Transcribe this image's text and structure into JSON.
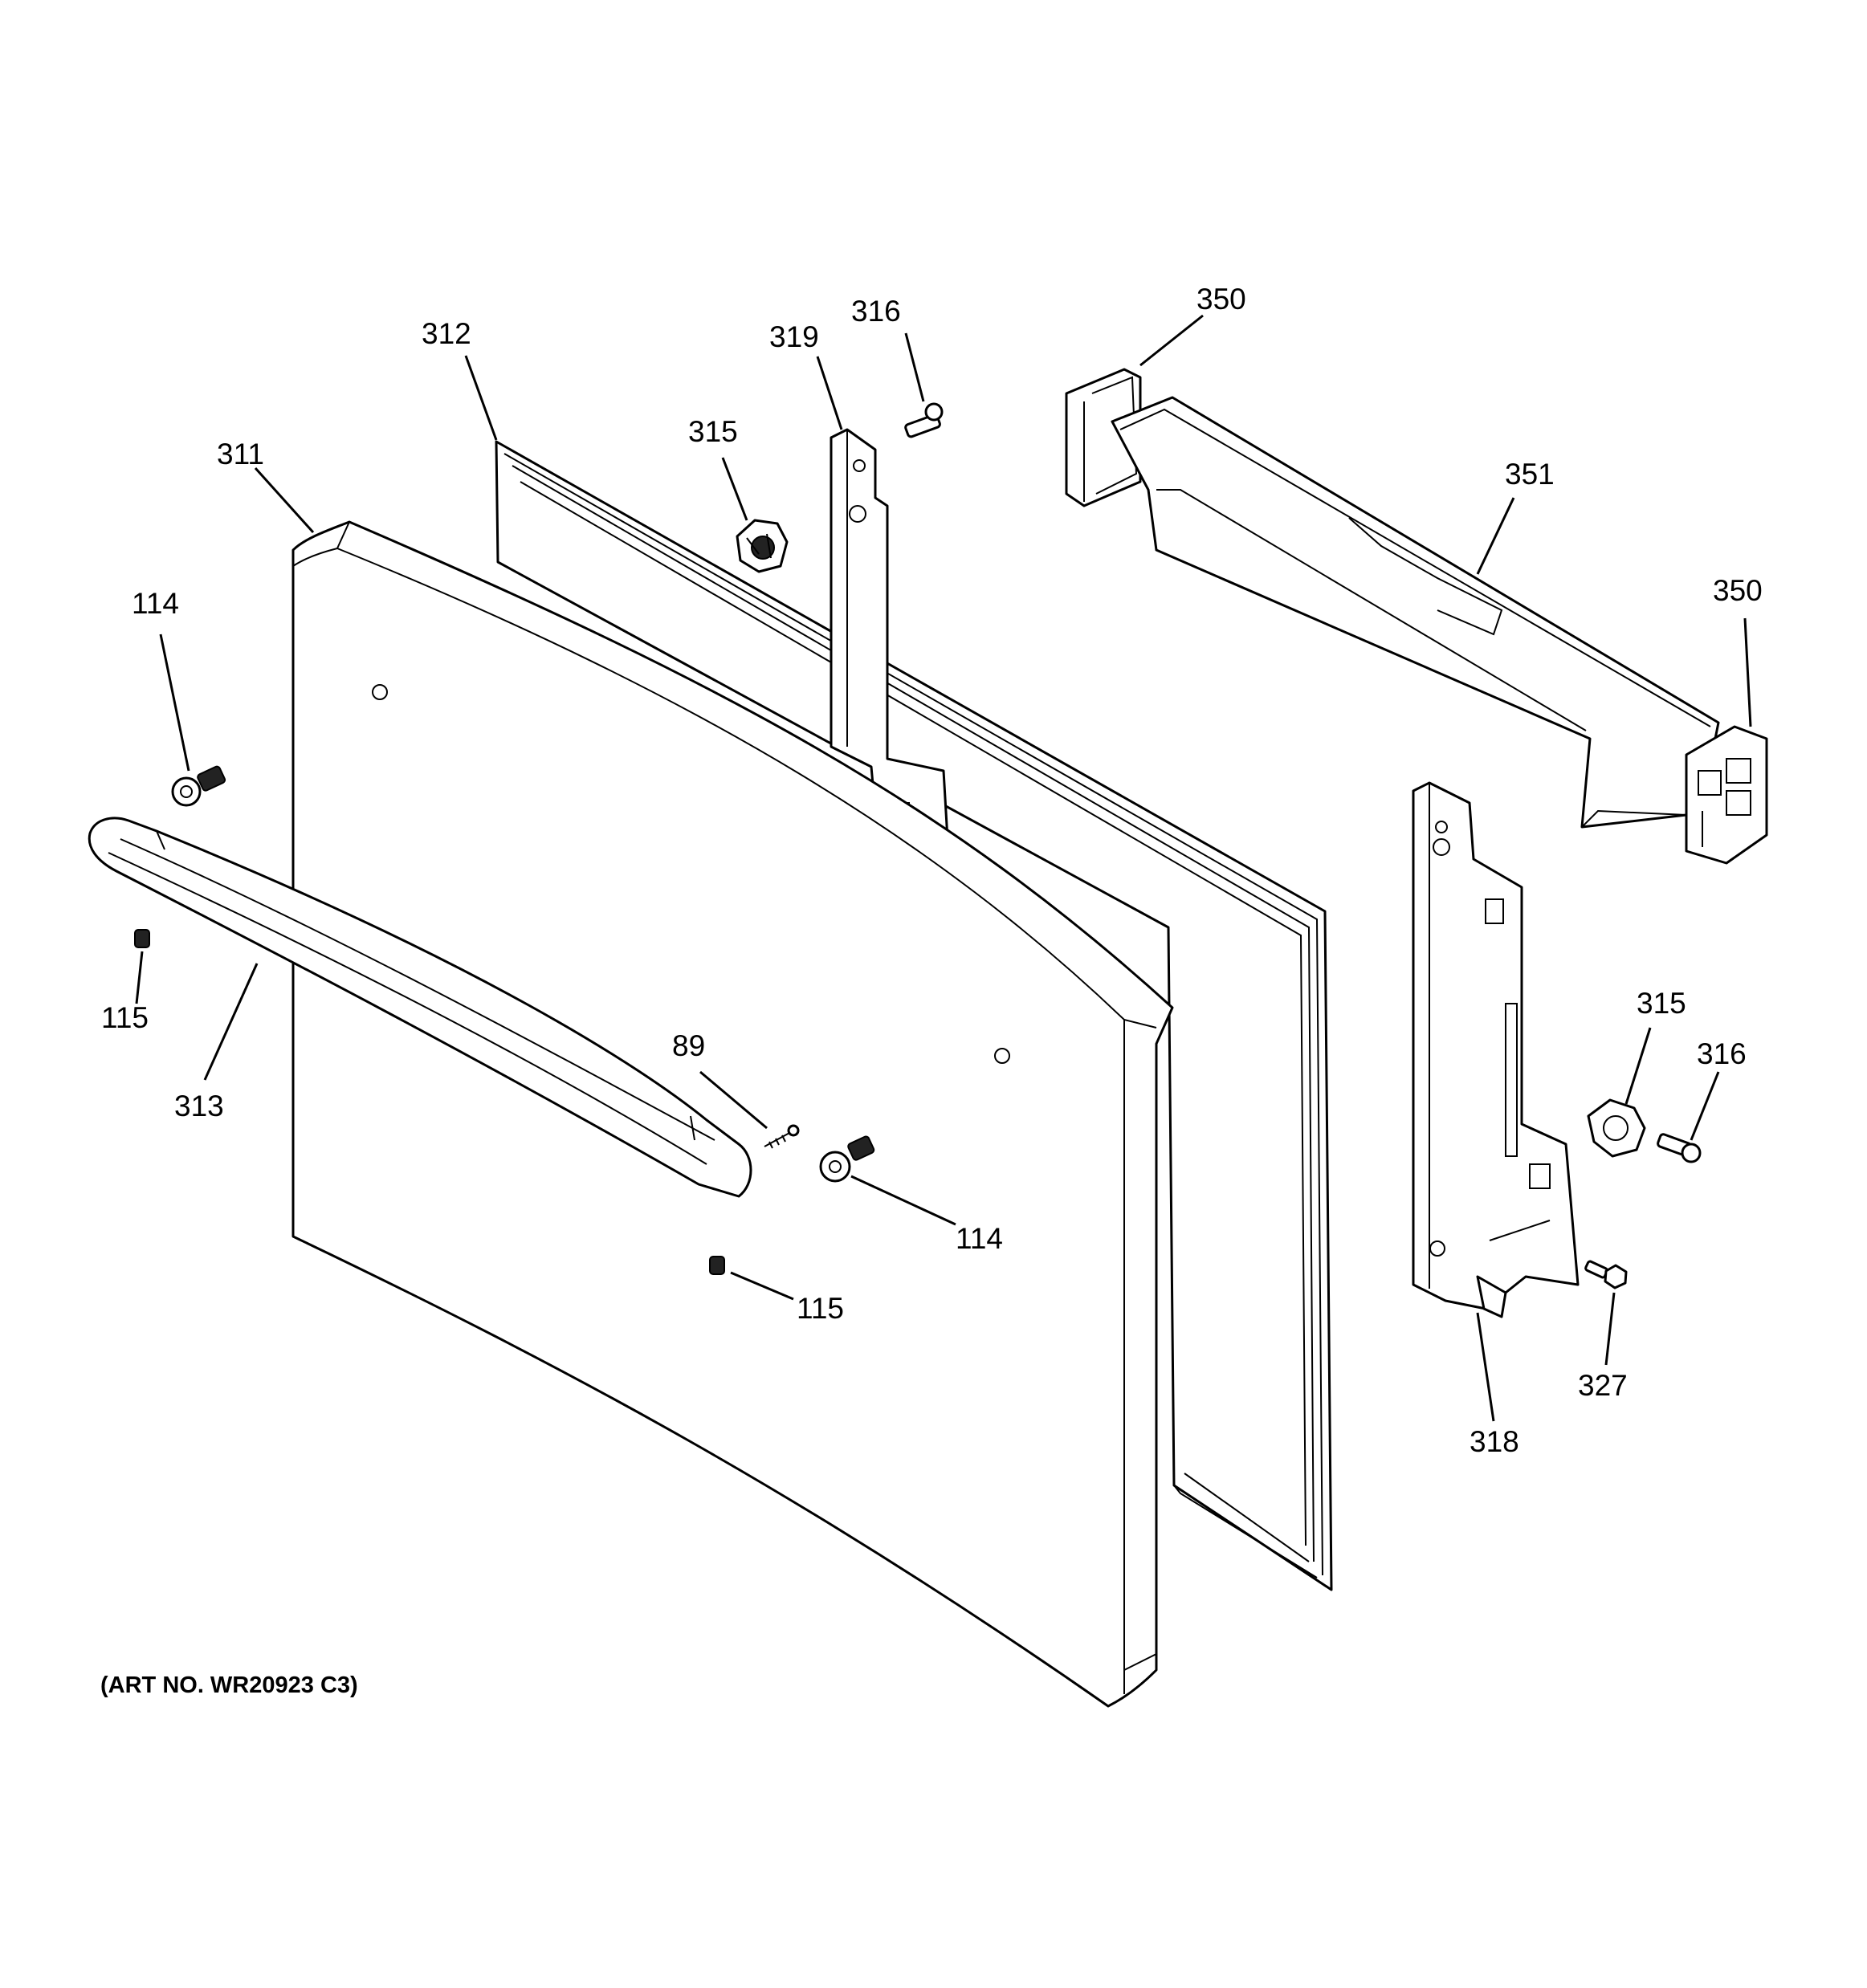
{
  "art_number": "(ART NO. WR20923 C3)",
  "callouts": {
    "c311": "311",
    "c312": "312",
    "c319": "319",
    "c316a": "316",
    "c315a": "315",
    "c350a": "350",
    "c351": "351",
    "c350b": "350",
    "c114a": "114",
    "c115a": "115",
    "c313": "313",
    "c89": "89",
    "c114b": "114",
    "c115b": "115",
    "c315b": "315",
    "c316b": "316",
    "c327": "327",
    "c318": "318"
  }
}
